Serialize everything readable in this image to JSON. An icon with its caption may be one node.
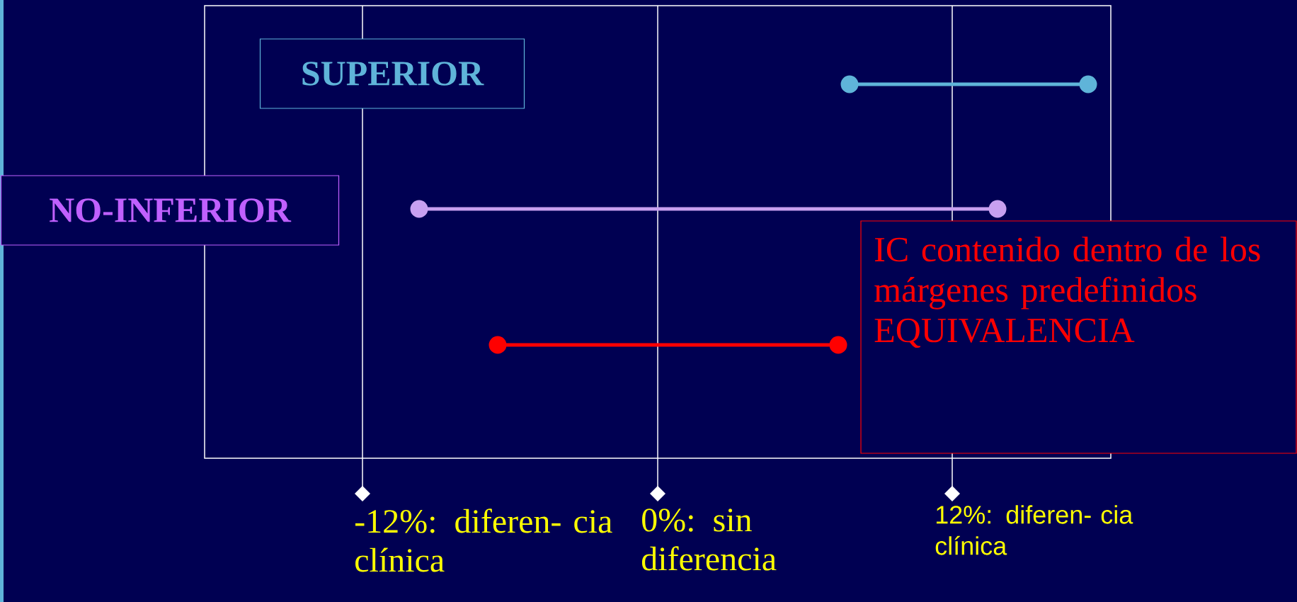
{
  "diagram": {
    "nodes": [
      {
        "text": [
          "SUPERIOR"
        ]
      },
      {
        "text": [
          "NO-INFERIOR"
        ]
      },
      {
        "text": [
          "IC contenido dentro de los márgenes predefinidos",
          "EQUIVALENCIA"
        ]
      }
    ],
    "labels": [
      "-12%: diferen- cia clínica",
      "0%: sin diferencia",
      "12%: diferen- cia clínica"
    ]
  }
}
